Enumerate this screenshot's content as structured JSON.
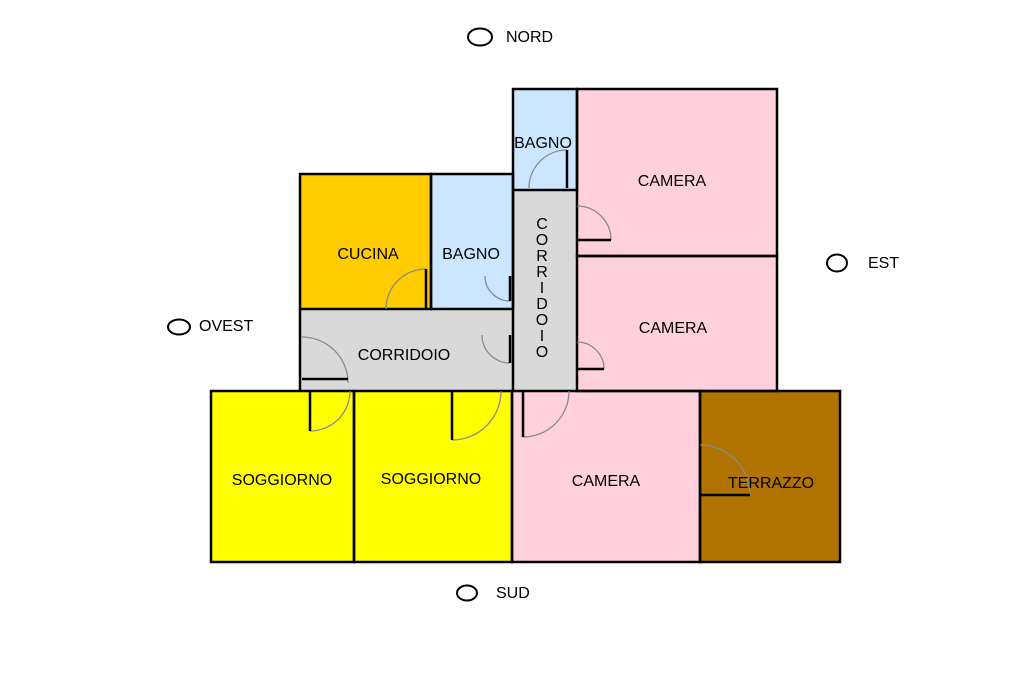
{
  "colors": {
    "cucina": "#ffcc00",
    "bagno": "#cce6ff",
    "camera": "#ffd1dc",
    "soggiorno": "#ffff00",
    "corridoio": "#d9d9d9",
    "terrazzo": "#b07300",
    "wall": "#000000",
    "door": "#8a8a8a"
  },
  "compass": {
    "north": "NORD",
    "south": "SUD",
    "east": "EST",
    "west": "OVEST"
  },
  "rooms": {
    "bagno_north": "BAGNO",
    "camera_ne": "CAMERA",
    "cucina": "CUCINA",
    "bagno_center": "BAGNO",
    "corridoio_vertical": "CORRIDOIO",
    "camera_east": "CAMERA",
    "corridoio": "CORRIDOIO",
    "soggiorno_1": "SOGGIORNO",
    "soggiorno_2": "SOGGIORNO",
    "camera_south": "CAMERA",
    "terrazzo": "TERRAZZO"
  }
}
